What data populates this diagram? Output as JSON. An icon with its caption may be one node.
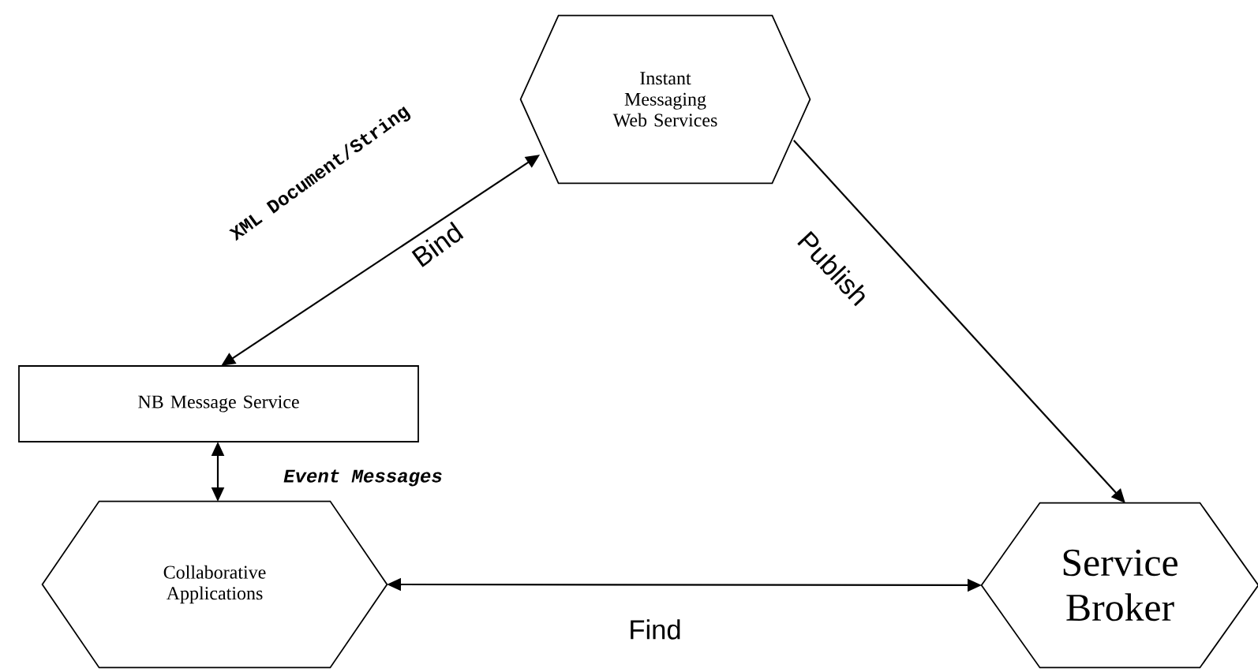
{
  "diagram": {
    "nodes": [
      {
        "text": [
          "Instant Messaging Web Services"
        ]
      },
      {
        "text": [
          "NB Message Service"
        ]
      },
      {
        "text": [
          "Collaborative Applications"
        ]
      },
      {
        "text": [
          "Service Broker"
        ]
      }
    ],
    "edges": [
      {
        "from": 0,
        "to": 1,
        "arrow": "both",
        "label": "XML Document/String"
      },
      {
        "from": 1,
        "to": 2,
        "arrow": "both",
        "label": "Event Messages"
      },
      {
        "from": 0,
        "to": 3,
        "arrow": "to",
        "label": "Publish"
      },
      {
        "from": 2,
        "to": 3,
        "arrow": "both",
        "label": "Find"
      }
    ],
    "labels": [
      "Bind"
    ]
  }
}
